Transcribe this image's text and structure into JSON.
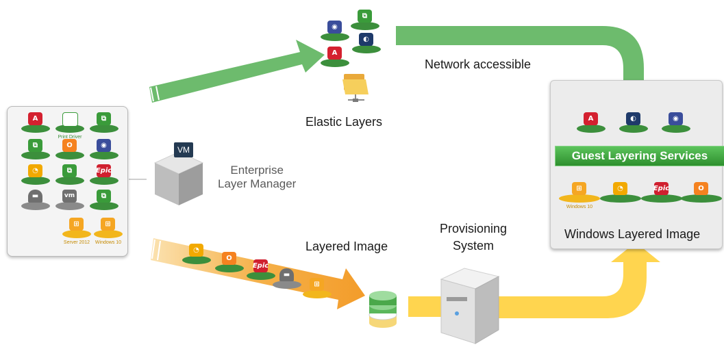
{
  "labels": {
    "elastic_layers": "Elastic Layers",
    "network_accessible": "Network accessible",
    "enterprise_layer_manager_line1": "Enterprise",
    "enterprise_layer_manager_line2": "Layer Manager",
    "vm_tag": "VM",
    "layered_image": "Layered Image",
    "provisioning_system_line1": "Provisioning",
    "provisioning_system_line2": "System",
    "guest_layering_services": "Guest Layering Services",
    "windows_layered_image": "Windows Layered Image"
  },
  "left_panel": {
    "captions": {
      "file_server": "Print Driver",
      "server_2012": "Server 2012",
      "windows_10": "Windows 10"
    },
    "vm_glyph": "vm",
    "epic_glyph": "Epic"
  },
  "right_panel": {
    "windows_caption": "Windows 10"
  },
  "colors": {
    "arrow_green": "#6dbb6d",
    "arrow_orange": "#f7b23d",
    "arrow_yellow": "#ffd54f",
    "banner_green": "#3aa63a"
  }
}
